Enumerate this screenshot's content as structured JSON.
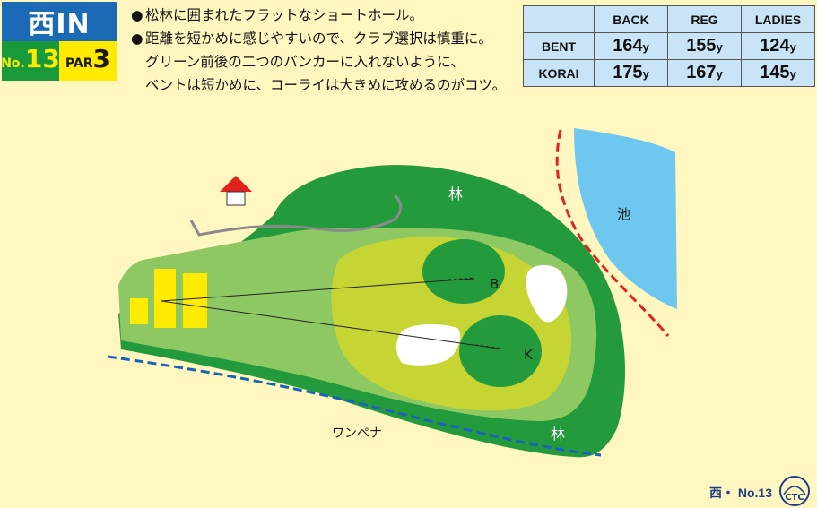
{
  "course": {
    "name": "西IN",
    "no_prefix": "No.",
    "no": "13",
    "par_prefix": "PAR",
    "par": "3"
  },
  "notes": [
    "松林に囲まれたフラットなショートホール。",
    "距離を短かめに感じやすいので、クラブ選択は慎重に。",
    "グリーン前後の二つのバンカーに入れないように、",
    "ベントは短かめに、コーライは大きめに攻めるのがコツ。"
  ],
  "bullet": "●",
  "yardage": {
    "headers": [
      "BACK",
      "REG",
      "LADIES"
    ],
    "unit": "y",
    "rows": [
      {
        "label": "BENT",
        "values": [
          "164",
          "155",
          "124"
        ]
      },
      {
        "label": "KORAI",
        "values": [
          "175",
          "167",
          "145"
        ]
      }
    ]
  },
  "map_labels": {
    "woods_top": "林",
    "pond": "池",
    "green_b": "B",
    "green_k": "K",
    "rough_label": "ワンペナ",
    "woods_bottom": "林"
  },
  "footer": "西・ No.13",
  "logo_text": "CTC",
  "colors": {
    "rough": "#239a3c",
    "fairway": "#8ec863",
    "apron": "#c6d533",
    "green": "#239a3c",
    "pond": "#6ec7ef",
    "bunker": "#ffffff",
    "tee": "#ffea00",
    "ob_red": "#e0231c",
    "ob_blue": "#1a64b8"
  }
}
